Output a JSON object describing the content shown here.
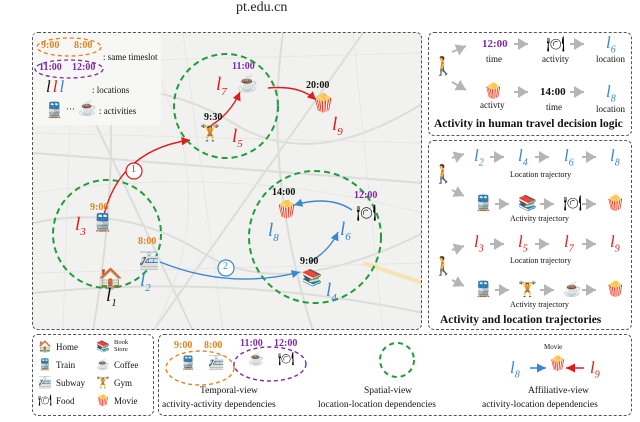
{
  "header_clip": "pt.edu.cn",
  "map_legend": {
    "slot_a_t1": "9:00",
    "slot_a_t2": "8:00",
    "slot_b_t1": "11:00",
    "slot_b_t2": "12:00",
    "same_timeslot": ": same timeslot",
    "locations_label": ": locations",
    "activities_label": ": activities",
    "legend_loc": "l"
  },
  "map": {
    "t_900": "9:00",
    "t_800": "8:00",
    "t_1100": "11:00",
    "t_930": "9:30",
    "t_2000": "20:00",
    "t_1400": "14:00",
    "t_1200": "12:00",
    "t_900b": "9:00",
    "l": "l",
    "s1": "1",
    "s3": "3",
    "s7": "7",
    "s5": "5",
    "s9": "9",
    "s8": "8",
    "s6": "6",
    "s4": "4",
    "s2": "2",
    "step1": "1",
    "step2": "2"
  },
  "decision": {
    "title": "Activity in human travel decision logic",
    "row1_time": "12:00",
    "row1_time_caption": "time",
    "row1_act_caption": "activity",
    "row1_loc_caption": "location",
    "row2_act_caption": "activty",
    "row2_time": "14:00",
    "row2_time_caption": "time",
    "row2_loc_caption": "location",
    "l": "l",
    "s6": "6",
    "s8": "8"
  },
  "trajectories": {
    "title": "Activity and location trajectories",
    "blue_loc_caption": "Location trajectory",
    "blue_act_caption": "Activity trajectory",
    "red_loc_caption": "Location trajectory",
    "red_act_caption": "Activity trajectory",
    "l": "l",
    "b1": "2",
    "b2": "4",
    "b3": "6",
    "b4": "8",
    "r1": "3",
    "r2": "5",
    "r3": "7",
    "r4": "9"
  },
  "icon_legend": {
    "home": "Home",
    "train": "Train",
    "subway": "Subway",
    "food": "Food",
    "book_store": "Book Store",
    "coffee": "Coffee",
    "gym": "Gym",
    "movie": "Movie"
  },
  "dependencies": {
    "temporal_t1": "9:00",
    "temporal_t2": "8:00",
    "temporal_t3": "11:00",
    "temporal_t4": "12:00",
    "temporal_caption_1": "Temporal-view",
    "temporal_caption_2": "activity-activity dependencies",
    "spatial_caption_1": "Spatial-view",
    "spatial_caption_2": "location-location dependencies",
    "movie_label": "Movie",
    "l": "l",
    "s8": "8",
    "s9": "9",
    "affiliative_caption_1": "Affiliative-view",
    "affiliative_caption_2": "activity-location dependencies"
  },
  "colors": {
    "orange": "#e8801c",
    "purple": "#7b2aa8",
    "red": "#e01b1b",
    "blue": "#3b86d0",
    "green": "#1e9e3a",
    "gray_arrow": "#b5b5b5"
  }
}
